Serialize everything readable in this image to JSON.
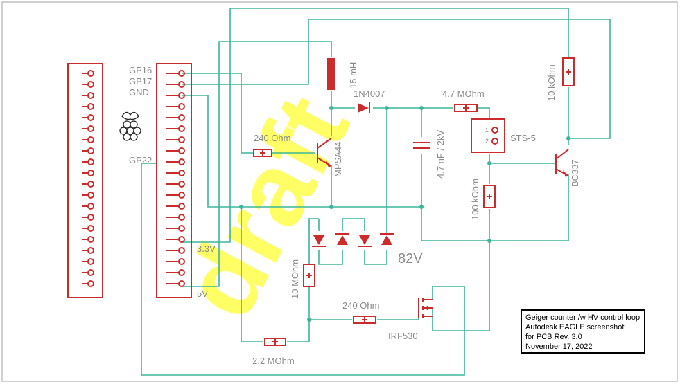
{
  "watermark": "draft",
  "connector_labels": {
    "gp16": "GP16",
    "gp17": "GP17",
    "gnd": "GND",
    "gp22": "GP22",
    "v33": "3.3V",
    "v5": "5V"
  },
  "components": {
    "inductor": "15 mH",
    "diode": "1N4007",
    "r_base": "240 Ohm",
    "q1": "MPSA44",
    "cap": "4.7 nF / 2kV",
    "r_tube": "4.7 MOhm",
    "tube": "STS-5",
    "r_10k": "10 kOhm",
    "q2": "BC337",
    "r_100k": "100 kOhm",
    "zener": "82V",
    "r_10m": "10 MOhm",
    "r_gate": "240 Ohm",
    "mosfet": "IRF530",
    "r_2m2": "2.2 MOhm",
    "tube_pin1": "1",
    "tube_pin2": "2"
  },
  "info_box": {
    "line1": "Geiger counter /w HV control loop",
    "line2": "Autodesk EAGLE screenshot",
    "line3": "for PCB Rev. 3.0",
    "line4": "November 17, 2022"
  },
  "colors": {
    "wire": "#3cb59a",
    "part": "#cc2b2b",
    "label": "#8a8a8a",
    "watermark": "#ffff00"
  }
}
